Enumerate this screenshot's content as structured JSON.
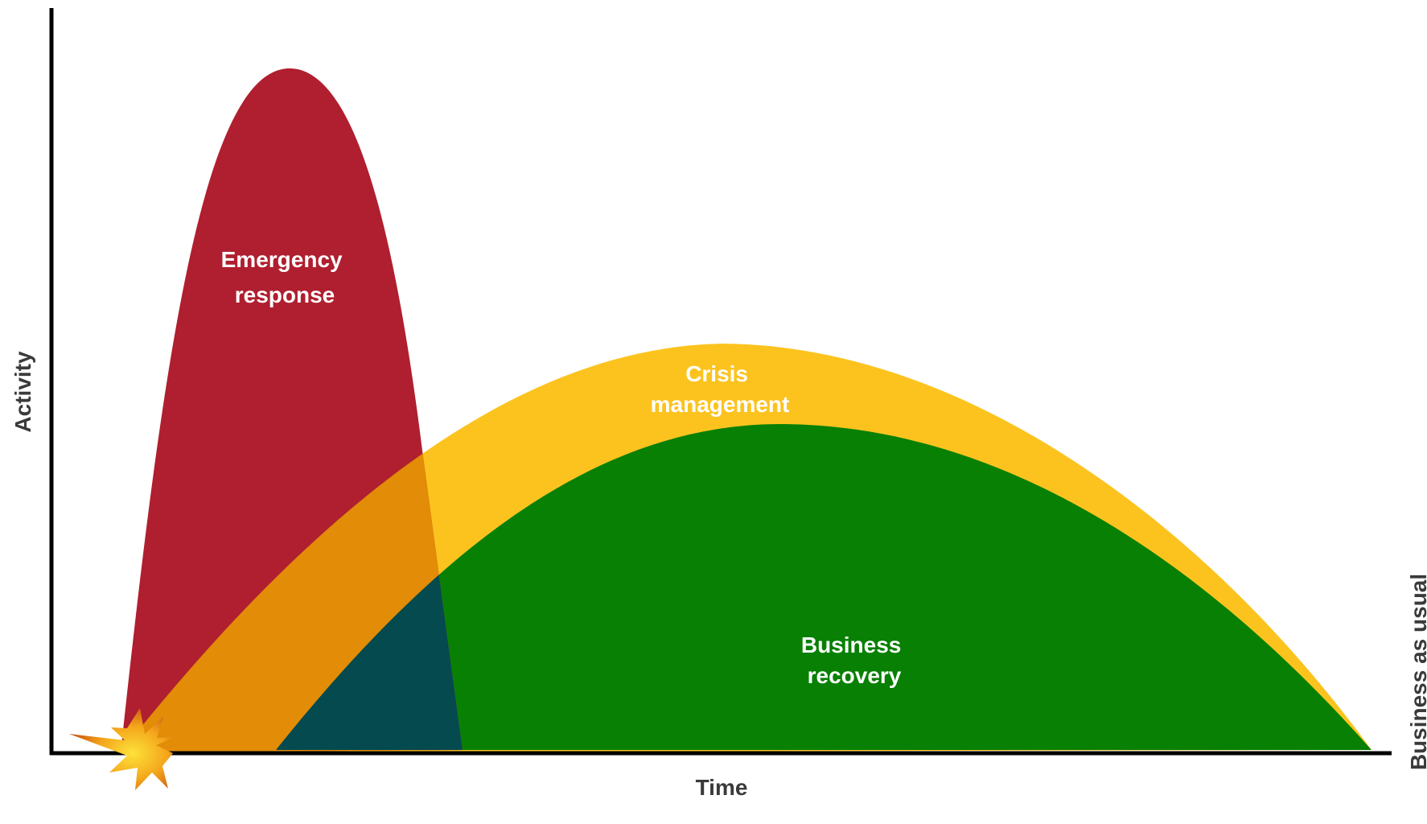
{
  "axes": {
    "y_label": "Activity",
    "x_label": "Time",
    "end_label": "Business as usual"
  },
  "phases": {
    "emergency": {
      "line1": "Emergency",
      "line2": "response",
      "color": "#af1f2f"
    },
    "crisis": {
      "line1": "Crisis",
      "line2": "management",
      "color": "#fcc31f"
    },
    "recovery": {
      "line1": "Business",
      "line2": "recovery",
      "color": "#088004"
    }
  },
  "overlap_colors": {
    "emergency_crisis": "#e28c07",
    "emergency_recovery": "#044a4f"
  },
  "axis_color": "#000000",
  "incident_marker": "explosion-icon"
}
